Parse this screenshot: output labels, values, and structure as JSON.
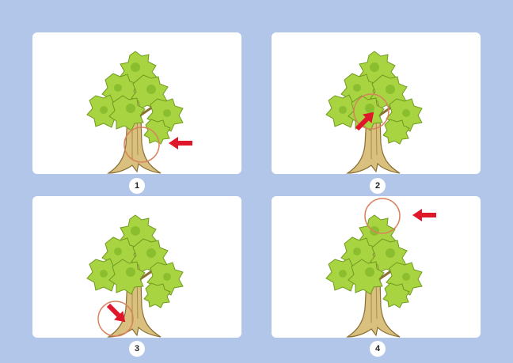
{
  "options": [
    {
      "number": "1",
      "marker_target": "trunk"
    },
    {
      "number": "2",
      "marker_target": "branch"
    },
    {
      "number": "3",
      "marker_target": "root"
    },
    {
      "number": "4",
      "marker_target": "crown-top"
    }
  ],
  "colors": {
    "background": "#b1c6e8",
    "panel": "#ffffff",
    "marker_circle": "#d9835e",
    "marker_arrow": "#e0162b",
    "foliage": "#a8d442",
    "trunk": "#d9c07e"
  }
}
